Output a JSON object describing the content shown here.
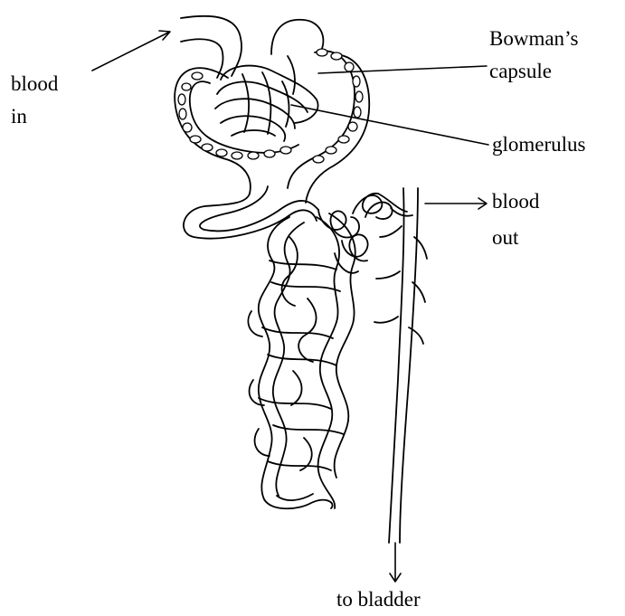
{
  "labels": {
    "blood_in_line1": "blood",
    "blood_in_line2": "in",
    "bowmans_line1": "Bowman’s",
    "bowmans_line2": "capsule",
    "glomerulus": "glomerulus",
    "blood_out_line1": "blood",
    "blood_out_line2": "out",
    "to_bladder": "to bladder"
  },
  "colors": {
    "ink": "#000000",
    "background": "#ffffff"
  }
}
